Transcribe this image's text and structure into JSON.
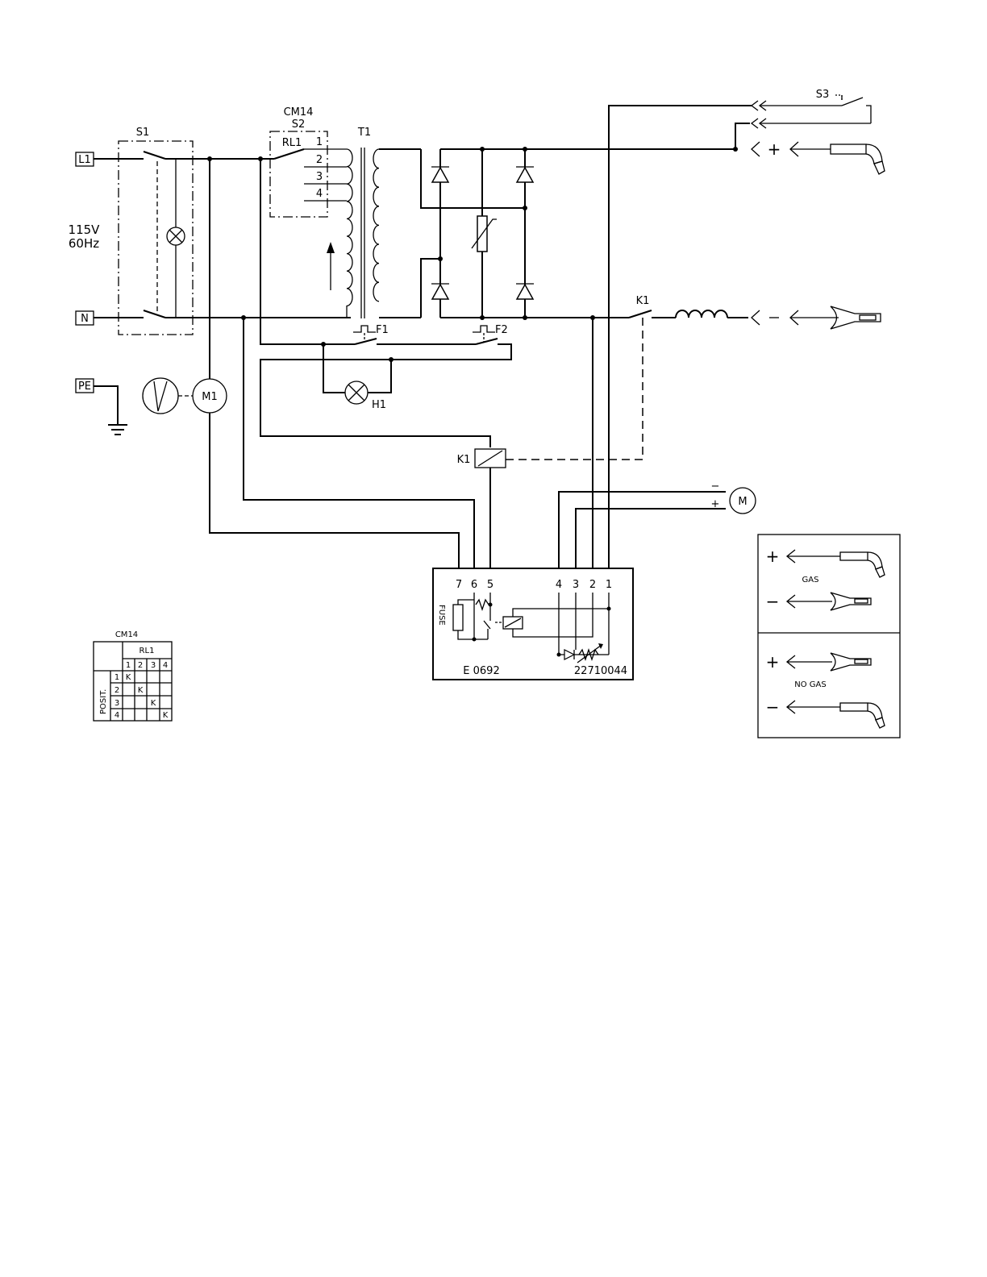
{
  "terminals": {
    "l1": "L1",
    "n": "N",
    "pe": "PE"
  },
  "supply": {
    "voltage": "115V",
    "frequency": "60Hz"
  },
  "components": {
    "s1": "S1",
    "cm14": "CM14",
    "s2": "S2",
    "rl1": "RL1",
    "taps": [
      "1",
      "2",
      "3",
      "4"
    ],
    "t1": "T1",
    "f1": "F1",
    "f2": "F2",
    "h1": "H1",
    "k1": "K1",
    "k1_coil": "K1",
    "m1": "M1",
    "m": "M",
    "s3": "S3",
    "plus": "+",
    "minus": "−"
  },
  "pcb": {
    "pins": [
      "7",
      "6",
      "5",
      "4",
      "3",
      "2",
      "1"
    ],
    "fuse": "FUSE",
    "code_left": "E 0692",
    "code_right": "22710044"
  },
  "table": {
    "title": "CM14",
    "header": "RL1",
    "cols": [
      "1",
      "2",
      "3",
      "4"
    ],
    "side": "POSIT.",
    "rows": [
      "1",
      "2",
      "3",
      "4"
    ],
    "mark": "K"
  },
  "legend": {
    "gas": "GAS",
    "no_gas": "NO GAS",
    "plus": "+",
    "minus": "−"
  }
}
